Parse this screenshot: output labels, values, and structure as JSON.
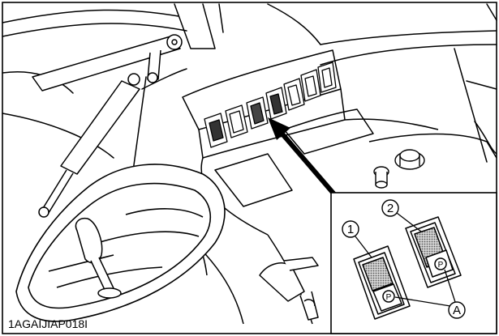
{
  "figure_id": "1AGAIJIAP018I",
  "callouts": {
    "item1": "1",
    "item2": "2",
    "ref_a": "A"
  },
  "switch_marks": {
    "item1": "P",
    "item2": "P"
  },
  "colors": {
    "line": "#000000",
    "background": "#ffffff",
    "shading": "#8a8a8a"
  }
}
